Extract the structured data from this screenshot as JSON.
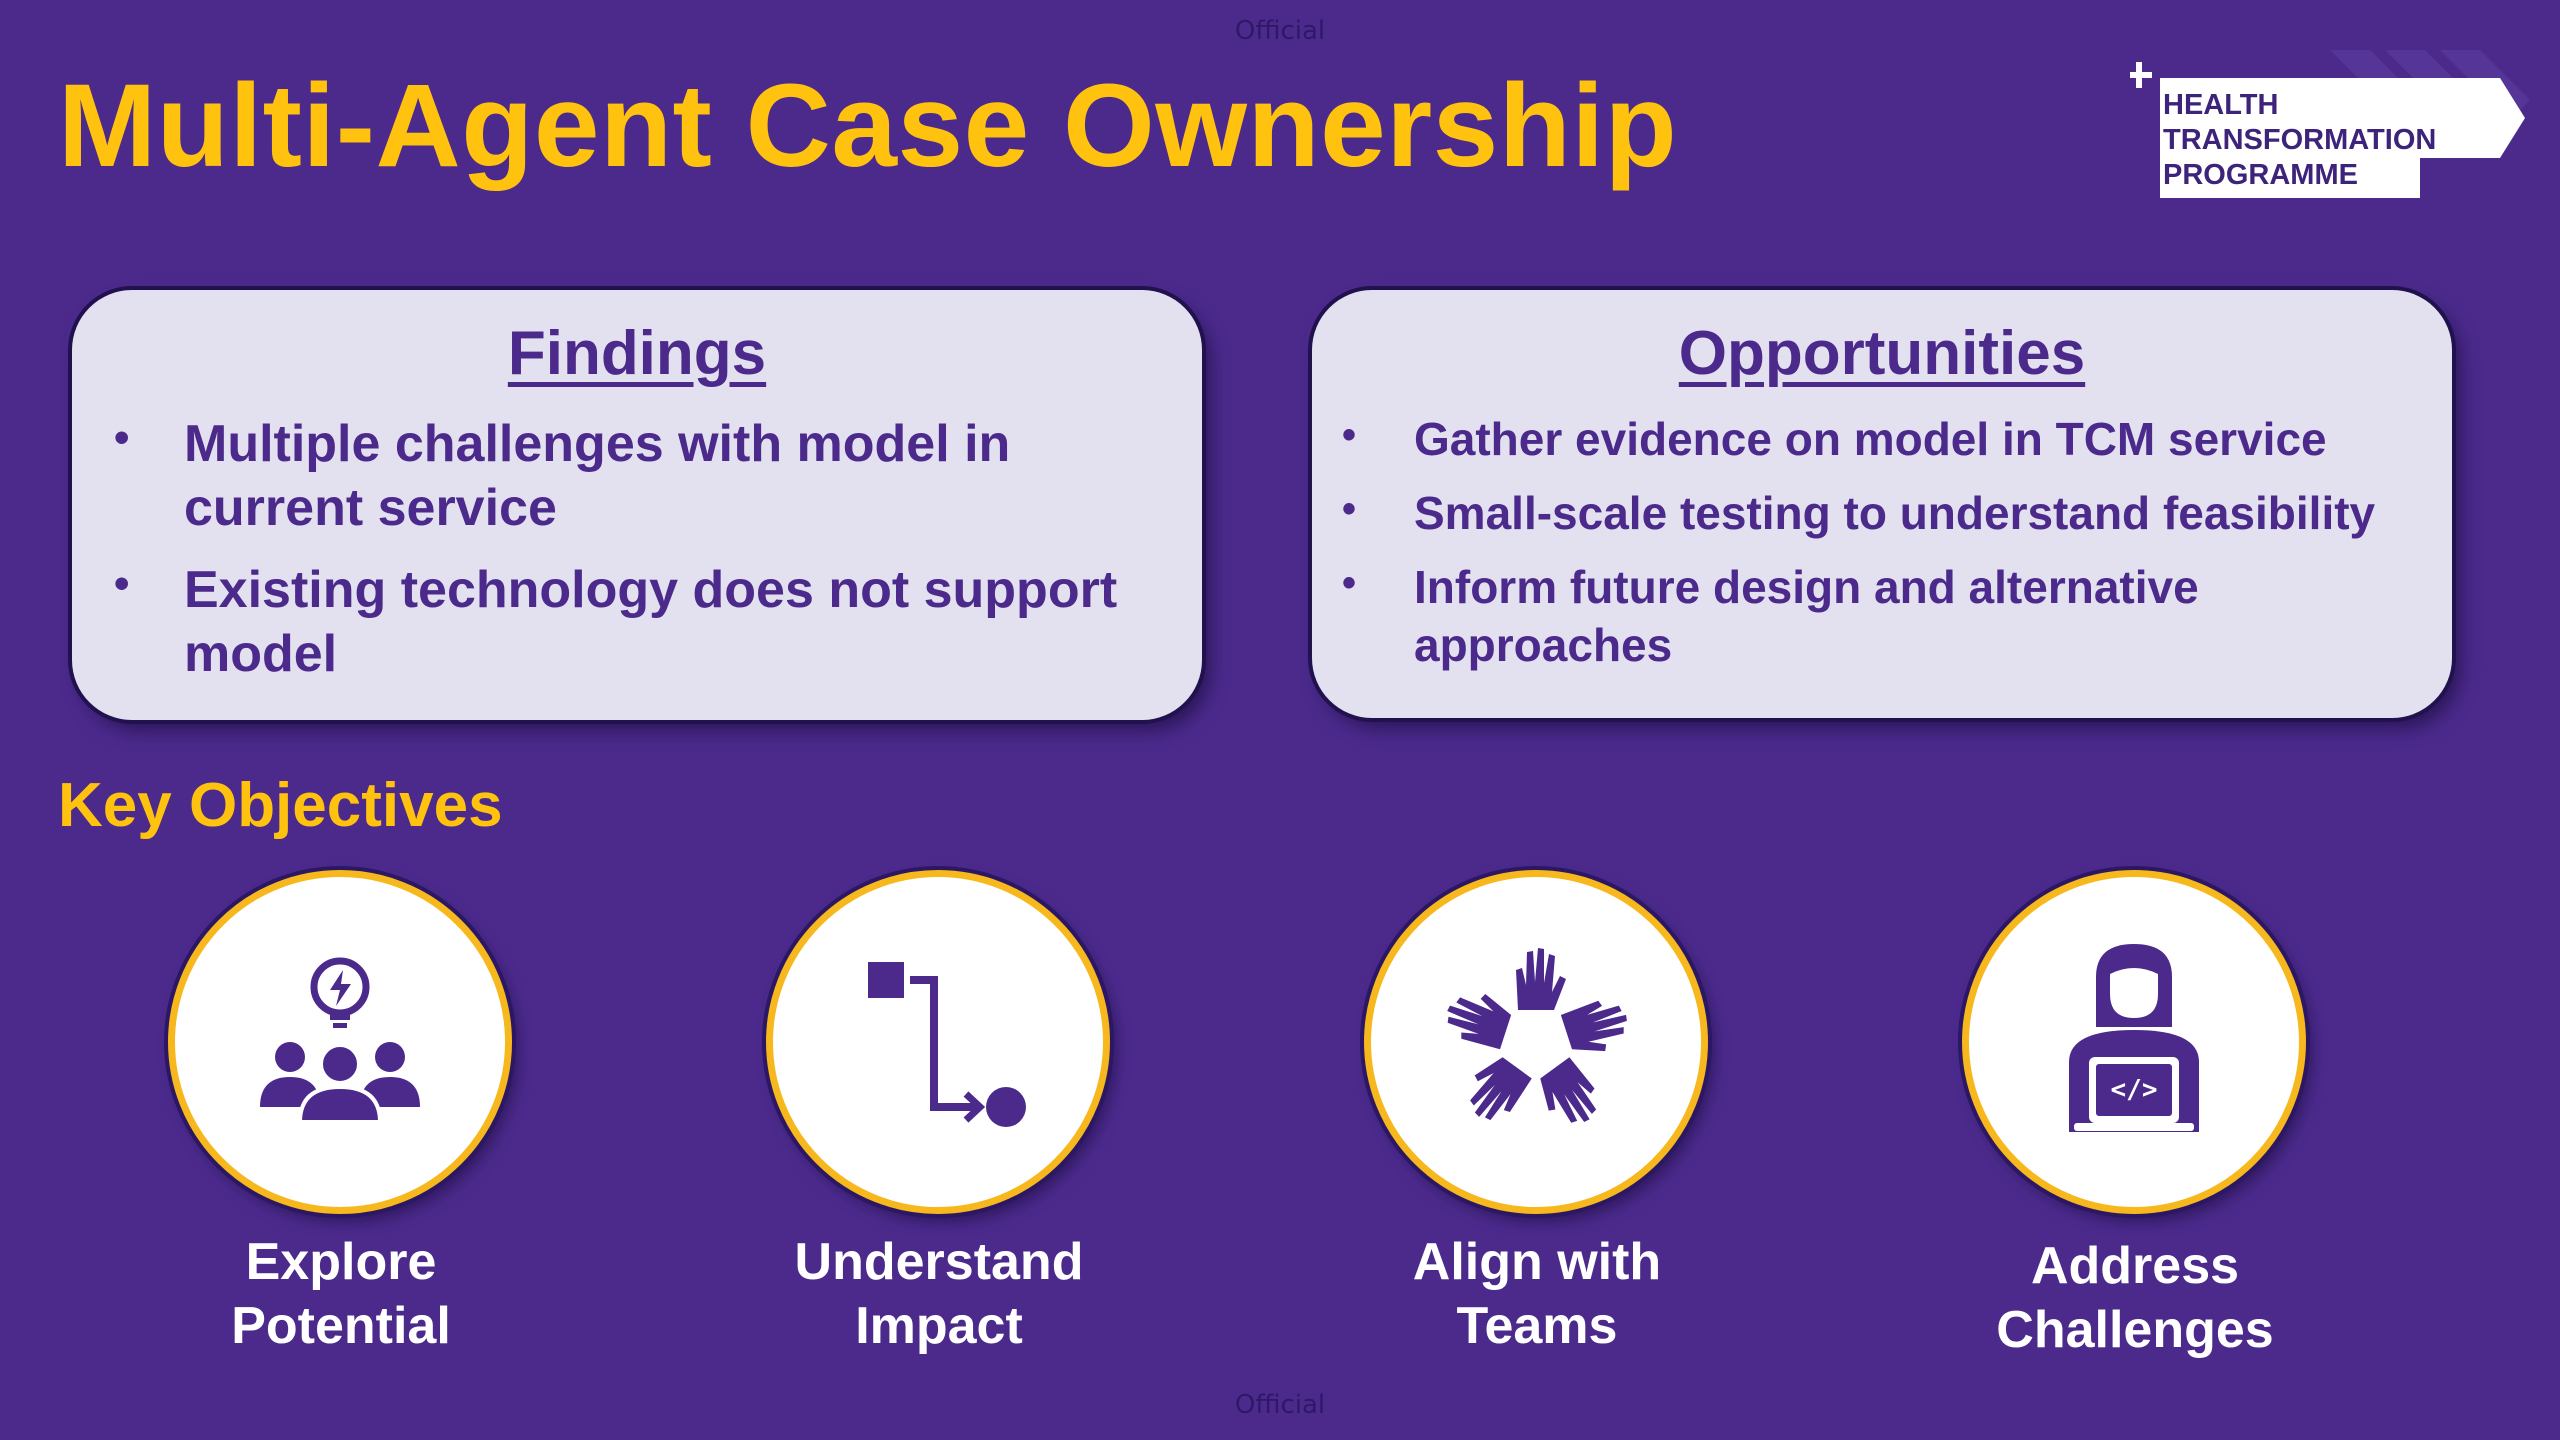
{
  "header": {
    "classification_top": "Official",
    "classification_bottom": "Official",
    "title": "Multi-Agent Case Ownership"
  },
  "logo": {
    "icon": "plus-arrow-logo-icon",
    "lines": [
      "HEALTH",
      "TRANSFORMATION",
      "PROGRAMME"
    ]
  },
  "findings": {
    "heading": "Findings",
    "items": [
      "Multiple challenges with model in current service",
      "Existing technology does not support model"
    ]
  },
  "opportunities": {
    "heading": "Opportunities",
    "items": [
      "Gather evidence on model in TCM service",
      "Small-scale testing to understand feasibility",
      "Inform future design and alternative approaches"
    ]
  },
  "objectives": {
    "heading": "Key Objectives",
    "items": [
      {
        "icon": "team-idea-icon",
        "line1": "Explore",
        "line2": "Potential"
      },
      {
        "icon": "process-flow-icon",
        "line1": "Understand",
        "line2": "Impact"
      },
      {
        "icon": "hands-together-icon",
        "line1": "Align with",
        "line2": "Teams"
      },
      {
        "icon": "developer-laptop-icon",
        "line1": "Address",
        "line2": "Challenges"
      }
    ]
  },
  "colors": {
    "background": "#4b2a8c",
    "accent": "#ffc20e",
    "card": "#e3e1ef",
    "circle_border": "#f7b81e"
  }
}
